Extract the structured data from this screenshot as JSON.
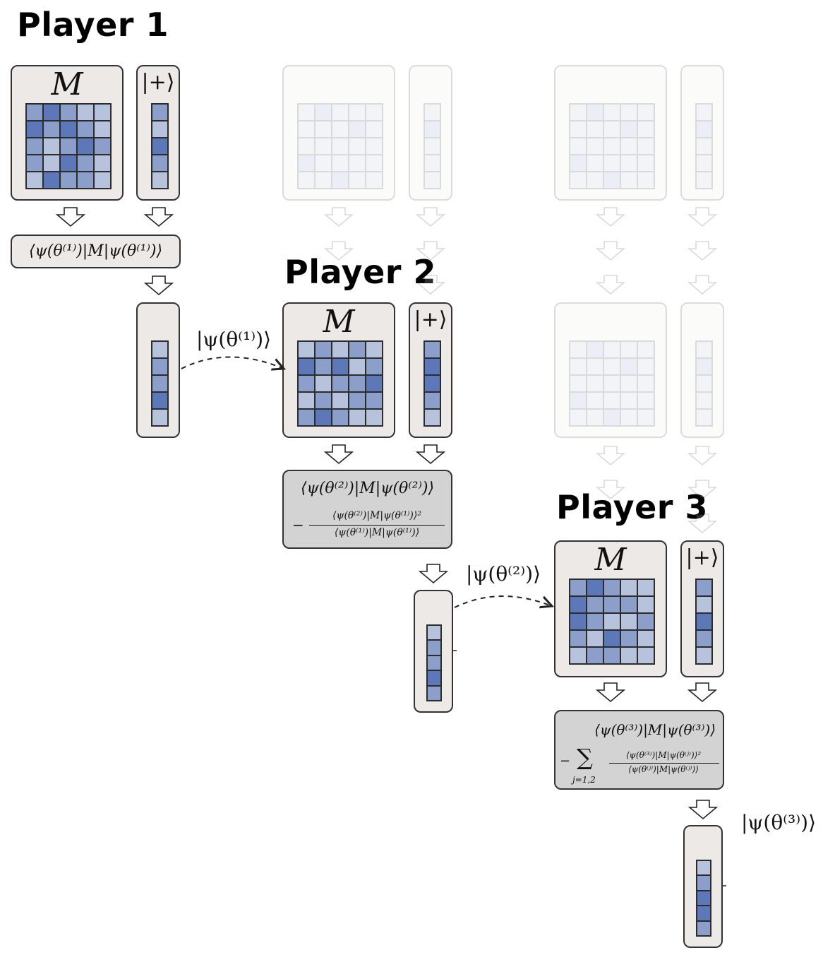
{
  "players": [
    {
      "title": "Player 1"
    },
    {
      "title": "Player 2"
    },
    {
      "title": "Player 3"
    }
  ],
  "matrix_label": "M",
  "plus_ket_label": "|+⟩",
  "expressions": {
    "p1": "⟨ψ(θ⁽¹⁾)|M|ψ(θ⁽¹⁾)⟩",
    "p2_line1": "⟨ψ(θ⁽²⁾)|M|ψ(θ⁽²⁾)⟩",
    "p2_minus": "−",
    "p2_num": "⟨ψ(θ⁽²⁾)|M|ψ(θ⁽¹⁾)⟩²",
    "p2_den": "⟨ψ(θ⁽¹⁾)|M|ψ(θ⁽¹⁾)⟩",
    "p3_line1": "⟨ψ(θ⁽³⁾)|M|ψ(θ⁽³⁾)⟩",
    "p3_minus": "−",
    "p3_sum": "∑",
    "p3_sub": "j=1,2",
    "p3_num": "⟨ψ(θ⁽³⁾)|M|ψ(θ⁽ʲ⁾)⟩²",
    "p3_den": "⟨ψ(θ⁽ʲ⁾)|M|ψ(θ⁽ʲ⁾)⟩"
  },
  "state_labels": {
    "s1": "|ψ(θ⁽¹⁾)⟩",
    "s2": "|ψ(θ⁽²⁾)⟩",
    "s3": "|ψ(θ⁽³⁾)⟩"
  },
  "colors": {
    "box_fill": "#ece9e6",
    "expression_fill_player1": "#ece9e6",
    "expression_fill_later": "#d3d3d3",
    "cell_light": "#b7c3dc",
    "cell_mid": "#8c9fcb",
    "cell_dark": "#5d78b8"
  }
}
